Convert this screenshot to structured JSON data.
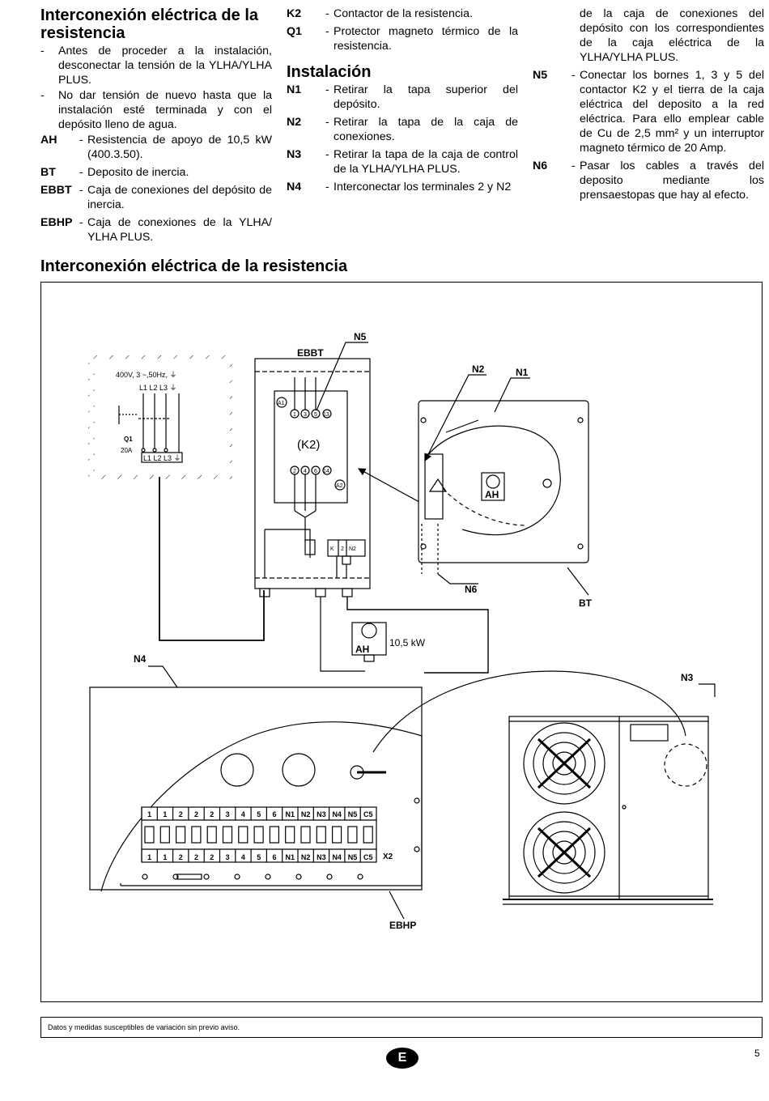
{
  "col1": {
    "heading": "Interconexión eléctrica de la resistencia",
    "bullets": [
      "Antes de proceder a la instalación, desconectar la tensión de la YLHA/YLHA PLUS.",
      "No dar tensión de nuevo hasta que la instalación esté terminada y con el depósito lleno de agua."
    ],
    "defs": [
      {
        "k": "AH",
        "t": "Resistencia de apoyo de 10,5 kW (400.3.50)."
      },
      {
        "k": "BT",
        "t": "Deposito de inercia."
      },
      {
        "k": "EBBT",
        "t": "Caja de conexiones del depósito de inercia."
      },
      {
        "k": "EBHP",
        "t": "Caja de conexiones de la YLHA/ YLHA PLUS."
      }
    ]
  },
  "col2": {
    "defs": [
      {
        "k": "K2",
        "t": "Contactor de la resistencia."
      },
      {
        "k": "Q1",
        "t": "Protector magneto térmico de la resistencia."
      }
    ],
    "heading": "Instalación",
    "steps": [
      {
        "k": "N1",
        "t": "Retirar la tapa superior del depósito."
      },
      {
        "k": "N2",
        "t": "Retirar la tapa de la caja de conexiones."
      },
      {
        "k": "N3",
        "t": "Retirar la tapa de la caja de control de la YLHA/YLHA PLUS."
      },
      {
        "k": "N4",
        "t": "Interconectar los terminales 2 y N2"
      }
    ]
  },
  "col3": {
    "continuation": "de la caja de conexiones del depósito con los correspondientes de la caja eléctrica de la YLHA/YLHA PLUS.",
    "steps": [
      {
        "k": "N5",
        "t": "Conectar los bornes 1, 3 y 5 del contactor K2 y el tierra de la caja eléctrica del deposito a la red eléctrica. Para ello emplear cable de Cu de 2,5 mm² y un interruptor magneto térmico de 20 Amp."
      },
      {
        "k": "N6",
        "t": "Pasar los cables a través del deposito mediante los prensaestopas que hay al efecto."
      }
    ]
  },
  "figure": {
    "title": "Interconexión eléctrica de la resistencia",
    "labels": {
      "ebbt": "EBBT",
      "n5": "N5",
      "n2": "N2",
      "n1": "N1",
      "n6": "N6",
      "bt": "BT",
      "n4": "N4",
      "n3": "N3",
      "ah": "AH",
      "ah2": "AH",
      "kw": "10,5 kW",
      "x2": "X2",
      "ebhp": "EBHP",
      "k2": "(K2)",
      "supply": "400V, 3 ~,50Hz, ⏚",
      "lines_top": "L1 L2 L3 ⏚",
      "lines_bot": "L1 L2 L3 ⏚",
      "q1": "Q1",
      "q1_amp": "20A",
      "a1": "A1",
      "a2": "A2",
      "k_term": "K",
      "two_term": "2",
      "n2_term": "N2"
    },
    "contacts_top": [
      "1",
      "3",
      "5",
      "13"
    ],
    "contacts_bot": [
      "2",
      "4",
      "6",
      "14"
    ],
    "terminals": [
      "1",
      "1",
      "2",
      "2",
      "2",
      "3",
      "4",
      "5",
      "6",
      "N1",
      "N2",
      "N3",
      "N4",
      "N5",
      "C5"
    ]
  },
  "footer": "Datos y medidas susceptibles de variación sin previo aviso.",
  "lang_badge": "E",
  "page_number": "5"
}
